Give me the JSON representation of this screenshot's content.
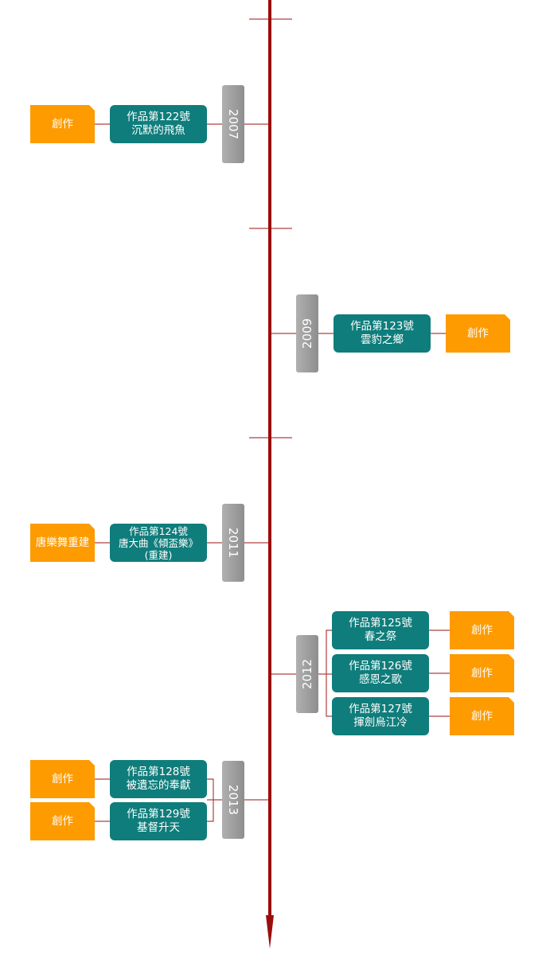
{
  "colors": {
    "axis": "#9b0d0d",
    "work": "#0f7d7b",
    "tag": "#fd9b00",
    "year": "#9e9e9e"
  },
  "entries": [
    {
      "year": "2007",
      "works": [
        {
          "title": "作品第122號",
          "subtitle": "沉默的飛魚",
          "tag": "創作"
        }
      ]
    },
    {
      "year": "2009",
      "works": [
        {
          "title": "作品第123號",
          "subtitle": "雲豹之鄉",
          "tag": "創作"
        }
      ]
    },
    {
      "year": "2011",
      "works": [
        {
          "title": "作品第124號",
          "subtitle": "唐大曲《傾盃樂》",
          "extra": "(重建)",
          "tag": "唐樂舞重建"
        }
      ]
    },
    {
      "year": "2012",
      "works": [
        {
          "title": "作品第125號",
          "subtitle": "春之祭",
          "tag": "創作"
        },
        {
          "title": "作品第126號",
          "subtitle": "感恩之歌",
          "tag": "創作"
        },
        {
          "title": "作品第127號",
          "subtitle": "揮劍烏江冷",
          "tag": "創作"
        }
      ]
    },
    {
      "year": "2013",
      "works": [
        {
          "title": "作品第128號",
          "subtitle": "被遺忘的奉獻",
          "tag": "創作"
        },
        {
          "title": "作品第129號",
          "subtitle": "基督升天",
          "tag": "創作"
        }
      ]
    }
  ]
}
